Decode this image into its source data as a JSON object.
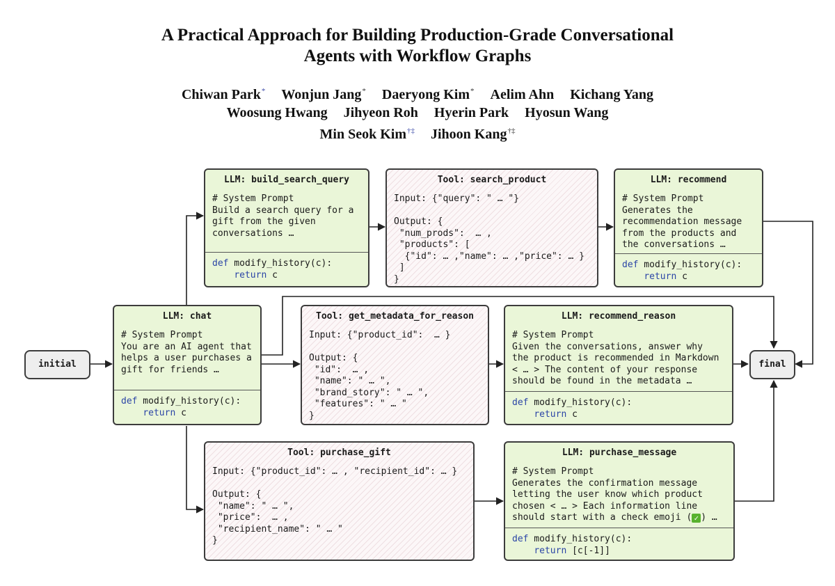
{
  "paper": {
    "title_line1": "A Practical Approach for Building Production-Grade Conversational",
    "title_line2": "Agents with Workflow Graphs",
    "authors": [
      {
        "name": "Chiwan Park",
        "mark": "*"
      },
      {
        "name": "Wonjun Jang",
        "mark": "*"
      },
      {
        "name": "Daeryong Kim",
        "mark": "*"
      },
      {
        "name": "Aelim Ahn",
        "mark": ""
      },
      {
        "name": "Kichang Yang",
        "mark": ""
      },
      {
        "name": "Woosung Hwang",
        "mark": ""
      },
      {
        "name": "Jihyeon Roh",
        "mark": ""
      },
      {
        "name": "Hyerin Park",
        "mark": ""
      },
      {
        "name": "Hyosun Wang",
        "mark": ""
      },
      {
        "name": "Min Seok Kim",
        "mark": "†‡"
      },
      {
        "name": "Jihoon Kang",
        "mark": "†‡"
      }
    ]
  },
  "figure": {
    "initial": "initial",
    "final": "final",
    "build_search_query": {
      "header": "LLM: build_search_query",
      "body": "# System Prompt\nBuild a search query for a\ngift from the given\nconversations …",
      "def": "def",
      "sig": " modify_history(c):",
      "ret": "return",
      "ret_val": " c"
    },
    "search_product": {
      "header": "Tool: search_product",
      "body": "Input: {\"query\": \" … \"}\n\nOutput: {\n \"num_prods\":  … ,\n \"products\": [\n  {\"id\": … ,\"name\": … ,\"price\": … }\n ]\n}"
    },
    "recommend": {
      "header": "LLM: recommend",
      "body": "# System Prompt\nGenerates the\nrecommendation message\nfrom the products and\nthe conversations …",
      "def": "def",
      "sig": " modify_history(c):",
      "ret": "return",
      "ret_val": " c"
    },
    "chat": {
      "header": "LLM: chat",
      "body": "# System Prompt\nYou are an AI agent that\nhelps a user purchases a\ngift for friends …",
      "def": "def",
      "sig": " modify_history(c):",
      "ret": "return",
      "ret_val": " c"
    },
    "get_metadata_for_reason": {
      "header": "Tool: get_metadata_for_reason",
      "body": "Input: {\"product_id\":  … }\n\nOutput: {\n \"id\":  … ,\n \"name\": \" … \",\n \"brand_story\": \" … \",\n \"features\": \" … \"\n}"
    },
    "recommend_reason": {
      "header": "LLM: recommend_reason",
      "body": "# System Prompt\nGiven the conversations, answer why\nthe product is recommended in Markdown\n< … > The content of your response\nshould be found in the metadata …",
      "def": "def",
      "sig": " modify_history(c):",
      "ret": "return",
      "ret_val": " c"
    },
    "purchase_gift": {
      "header": "Tool: purchase_gift",
      "body": "Input: {\"product_id\": … , \"recipient_id\": … }\n\nOutput: {\n \"name\": \" … \",\n \"price\":  … ,\n \"recipient_name\": \" … \"\n}"
    },
    "purchase_message": {
      "header": "LLM: purchase_message",
      "body": "# System Prompt\nGenerates the confirmation message\nletting the user know which product\nchosen < … > Each information line",
      "body_last_a": "should start with a check emoji (",
      "check_glyph": "✓",
      "body_last_b": ") …",
      "def": "def",
      "sig": " modify_history(c):",
      "ret": "return",
      "ret_val": " [c[-1]]"
    }
  }
}
